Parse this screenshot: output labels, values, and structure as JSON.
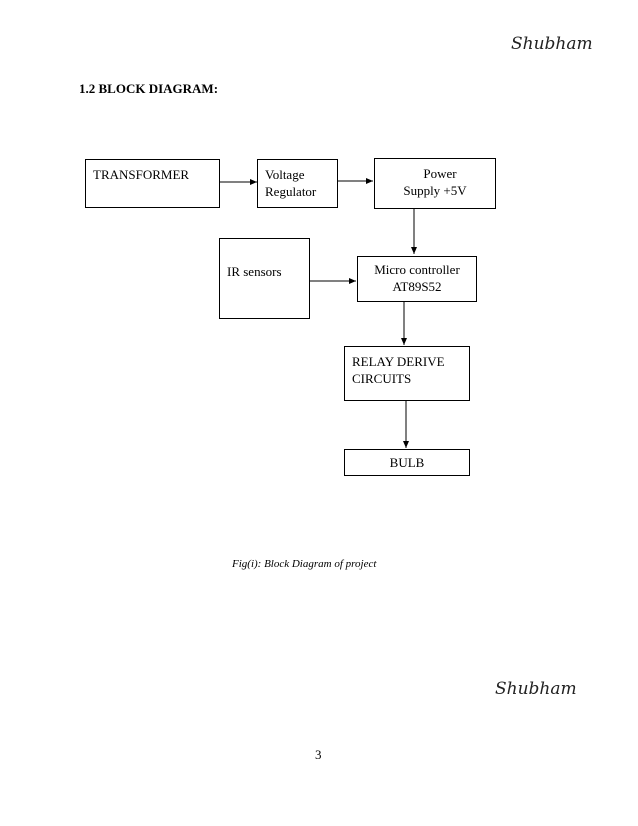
{
  "header": {
    "signature": "Shubham"
  },
  "section": {
    "heading": "1.2 BLOCK DIAGRAM:"
  },
  "diagram": {
    "transformer": {
      "lines": [
        "TRANSFORMER"
      ]
    },
    "voltage_regulator": {
      "lines": [
        "Voltage",
        "Regulator"
      ]
    },
    "power_supply": {
      "lines": [
        "Power",
        "Supply +5V"
      ]
    },
    "ir_sensors": {
      "lines": [
        "IR sensors"
      ]
    },
    "microcontroller": {
      "lines": [
        "Micro controller",
        "AT89S52"
      ]
    },
    "relay": {
      "lines": [
        "RELAY DERIVE",
        "CIRCUITS"
      ]
    },
    "bulb": {
      "lines": [
        "BULB"
      ]
    }
  },
  "caption": "Fig(i): Block Diagram of project",
  "footer": {
    "signature": "Shubham",
    "page_number": "3"
  }
}
